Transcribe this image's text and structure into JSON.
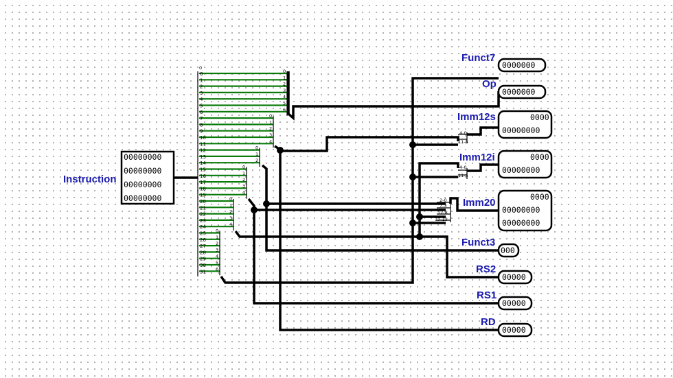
{
  "input": {
    "label": "Instruction",
    "rows": [
      "00000000",
      "00000000",
      "00000000",
      "00000000"
    ]
  },
  "splitter_main": {
    "header": "0",
    "in_bits": [
      "0",
      "1",
      "2",
      "3",
      "4",
      "5",
      "6",
      "7",
      "8",
      "9",
      "10",
      "11",
      "12",
      "13",
      "14",
      "15",
      "16",
      "17",
      "18",
      "19",
      "20",
      "21",
      "22",
      "23",
      "24",
      "25",
      "26",
      "27",
      "28",
      "29",
      "30",
      "31"
    ],
    "fan_groups": [
      {
        "labels": [
          "0",
          "1",
          "2",
          "3",
          "4",
          "5",
          "6"
        ]
      },
      {
        "labels": [
          "0",
          "1",
          "2",
          "3",
          "4"
        ]
      },
      {
        "labels": [
          "0",
          "1",
          "2"
        ]
      },
      {
        "labels": [
          "0",
          "1",
          "2",
          "3",
          "4"
        ]
      },
      {
        "labels": [
          "0",
          "1",
          "2",
          "3",
          "4"
        ]
      },
      {
        "labels": [
          "0",
          "1",
          "2",
          "3",
          "4",
          "5",
          "6"
        ]
      }
    ]
  },
  "splitters_small": {
    "imm12s": [
      "4-0",
      "11-5"
    ],
    "imm12i": [
      "4-0",
      "11-5"
    ],
    "imm20": [
      "2-0",
      "7-3",
      "12-8",
      "17-13"
    ]
  },
  "outputs": {
    "funct7": {
      "label": "Funct7",
      "rows": [
        "0000000"
      ]
    },
    "op": {
      "label": "Op",
      "rows": [
        "0000000"
      ]
    },
    "imm12s": {
      "label": "Imm12s",
      "rows": [
        "0000",
        "00000000"
      ]
    },
    "imm12i": {
      "label": "Imm12i",
      "rows": [
        "0000",
        "00000000"
      ]
    },
    "imm20": {
      "label": "Imm20",
      "rows": [
        "0000",
        "00000000",
        "00000000"
      ]
    },
    "funct3": {
      "label": "Funct3",
      "rows": [
        "000"
      ]
    },
    "rs2": {
      "label": "RS2",
      "rows": [
        "00000"
      ]
    },
    "rs1": {
      "label": "RS1",
      "rows": [
        "00000"
      ]
    },
    "rd": {
      "label": "RD",
      "rows": [
        "00000"
      ]
    }
  }
}
